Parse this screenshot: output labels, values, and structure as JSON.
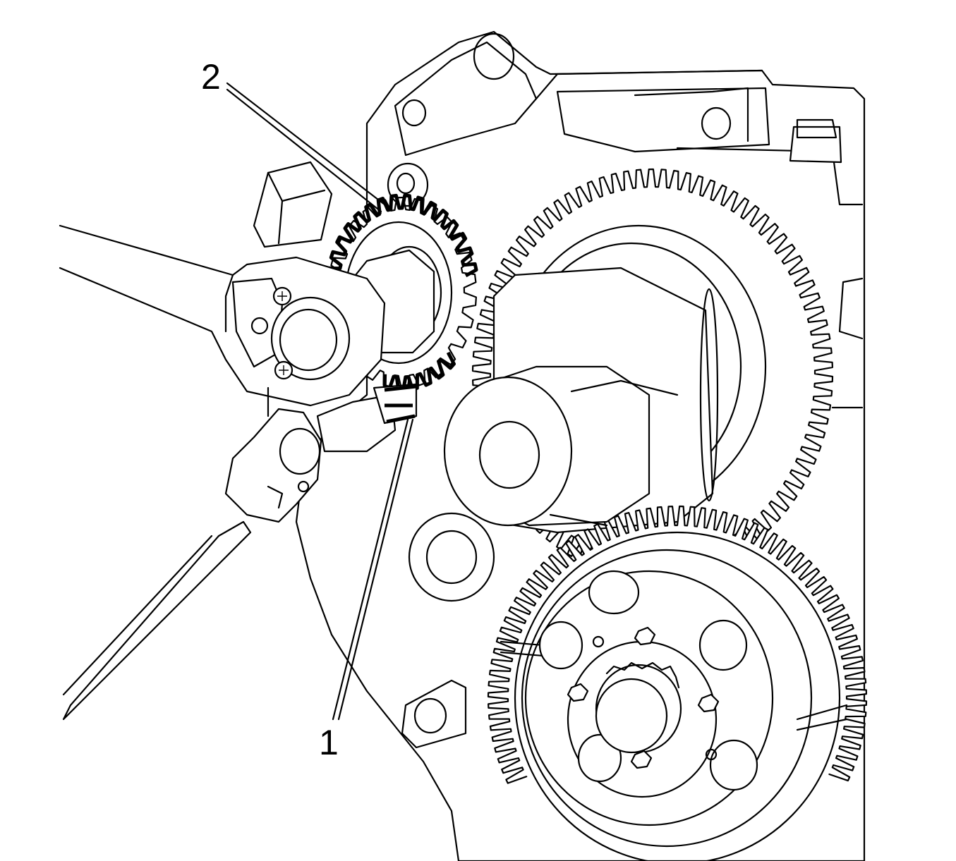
{
  "diagram": {
    "callouts": [
      {
        "id": "callout-1",
        "label": "1"
      },
      {
        "id": "callout-2",
        "label": "2"
      }
    ]
  }
}
